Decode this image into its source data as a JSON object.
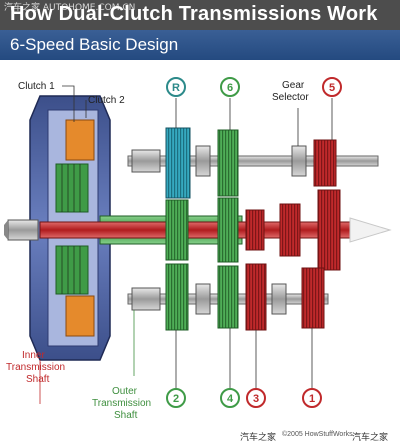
{
  "header": {
    "watermark": "汽车之家 AUTOHOME.COM.CN",
    "title": "How Dual-Clutch Transmissions Work",
    "subtitle": "6-Speed Basic Design"
  },
  "labels": {
    "clutch1": "Clutch 1",
    "clutch2": "Clutch 2",
    "gear_selector_line1": "Gear",
    "gear_selector_line2": "Selector",
    "inner_shaft_line1": "Inner",
    "inner_shaft_line2": "Transmission",
    "inner_shaft_line3": "Shaft",
    "outer_shaft_line1": "Outer",
    "outer_shaft_line2": "Transmission",
    "outer_shaft_line3": "Shaft"
  },
  "gear_badges": {
    "reverse": "R",
    "sixth": "6",
    "fifth": "5",
    "second": "2",
    "fourth": "4",
    "third": "3",
    "first": "1"
  },
  "footer": {
    "watermark_left": "汽车之家",
    "copyright": "©2005 HowStuffWorks",
    "watermark_right": "汽车之家"
  },
  "colors": {
    "inner_shaft_red": "#c0292b",
    "outer_shaft_green": "#3f9b47",
    "reverse_teal": "#2f9fb6",
    "badge_teal": "#2c8a8a",
    "badge_green": "#3f9b47",
    "badge_red": "#c0292b",
    "label_red": "#c0292b",
    "label_green": "#3f8f3f",
    "header_gray": "#4d4d4d",
    "header_blue": "#2f5a93"
  }
}
